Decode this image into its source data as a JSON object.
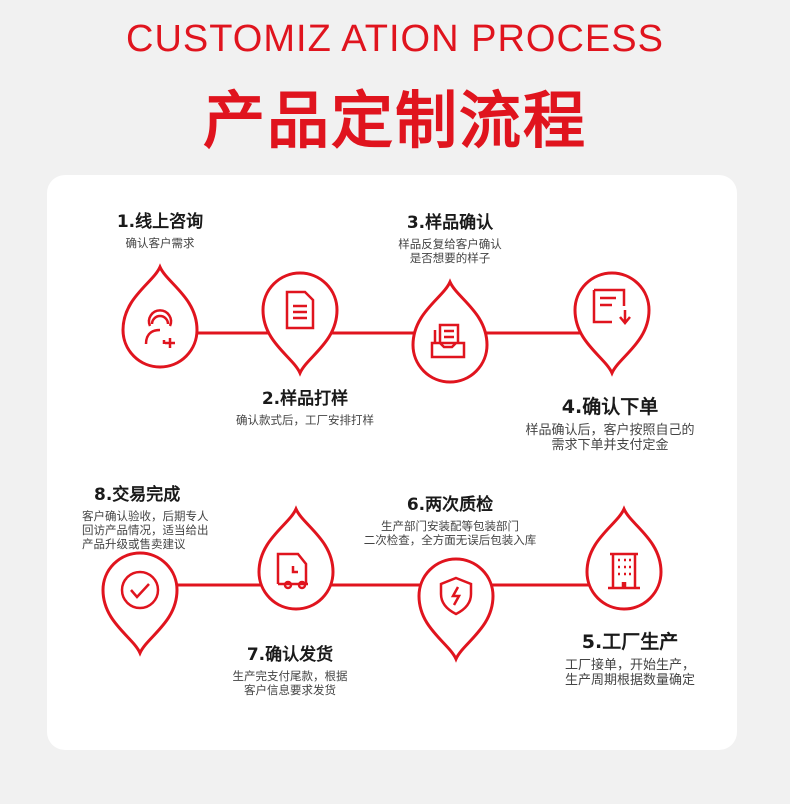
{
  "header": {
    "title_en": "CUSTOMIZ ATION PROCESS",
    "title_cn": "产品定制流程"
  },
  "accent": "#e0141e",
  "steps": [
    {
      "title": "1.线上咨询",
      "desc": [
        "确认客户需求"
      ],
      "icon": "headset-user-icon"
    },
    {
      "title": "2.样品打样",
      "desc": [
        "确认款式后，工厂安排打样"
      ],
      "icon": "document-icon"
    },
    {
      "title": "3.样品确认",
      "desc": [
        "样品反复给客户确认",
        "是否想要的样子"
      ],
      "icon": "inbox-document-icon"
    },
    {
      "title": "4.确认下单",
      "desc": [
        "样品确认后，客户按照自己的",
        "需求下单并支付定金"
      ],
      "icon": "order-download-icon"
    },
    {
      "title": "5.工厂生产",
      "desc": [
        "工厂接单，开始生产，",
        "生产周期根据数量确定"
      ],
      "icon": "factory-building-icon"
    },
    {
      "title": "6.两次质检",
      "desc": [
        "生产部门安装配等包装部门",
        "二次检查，全方面无误后包装入库"
      ],
      "icon": "shield-icon"
    },
    {
      "title": "7.确认发货",
      "desc": [
        "生产完支付尾款，根据",
        "客户信息要求发货"
      ],
      "icon": "truck-icon"
    },
    {
      "title": "8.交易完成",
      "desc": [
        "客户确认验收，后期专人",
        "回访产品情况，适当给出",
        "产品升级或售卖建议"
      ],
      "icon": "check-circle-icon"
    }
  ]
}
